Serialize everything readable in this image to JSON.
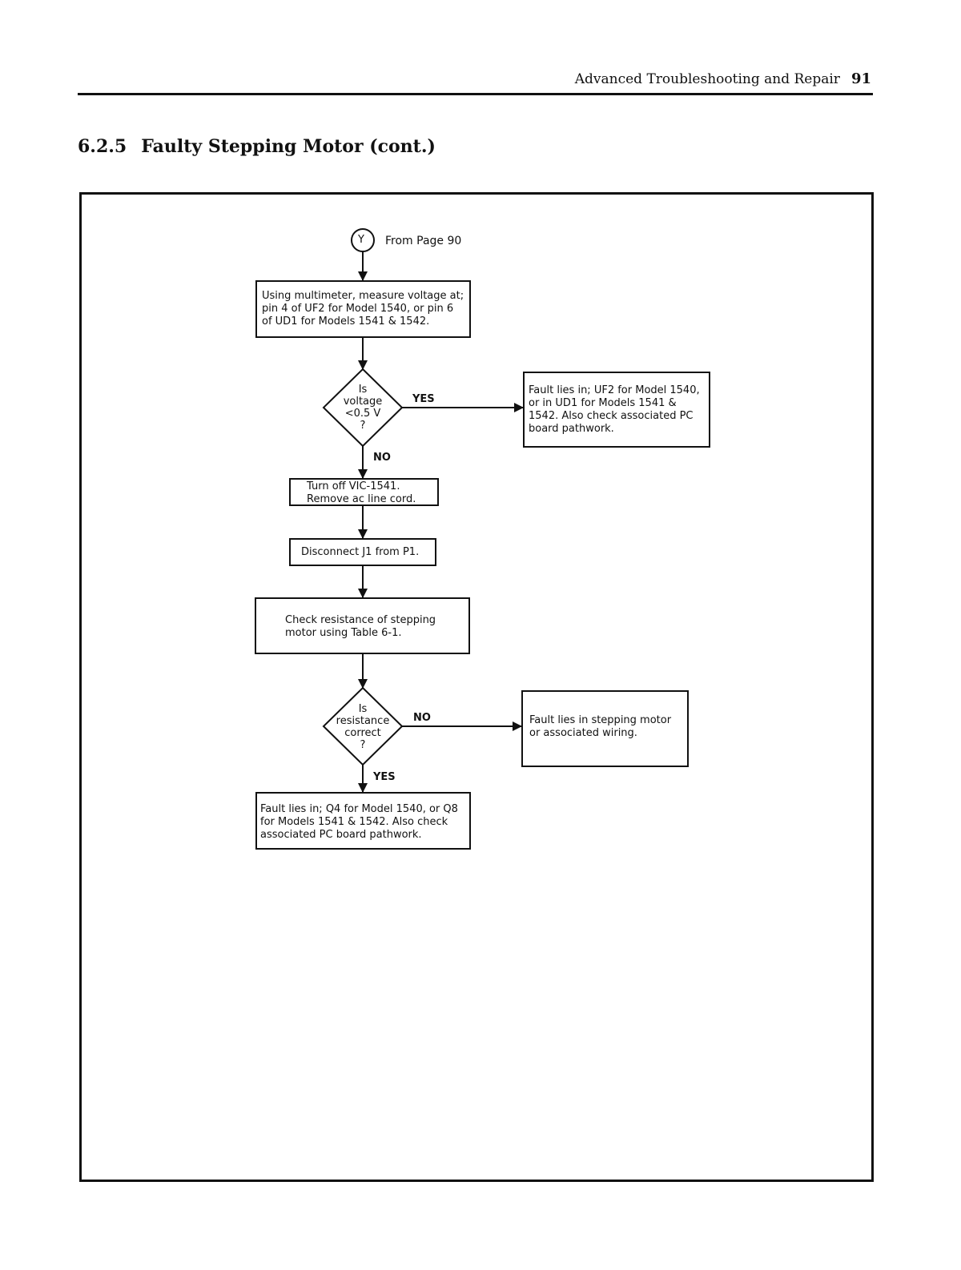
{
  "header": {
    "running_title": "Advanced Troubleshooting and Repair",
    "page_number": "91"
  },
  "section": {
    "number": "6.2.5",
    "title": "Faulty Stepping Motor (cont.)"
  },
  "flowchart": {
    "connector": {
      "letter": "Y",
      "note": "From Page 90"
    },
    "step_measure": "Using multimeter, measure voltage at;\npin 4 of UF2 for Model 1540, or pin 6\nof UD1 for Models 1541 & 1542.",
    "decision_voltage": "Is\nvoltage\n<0.5 V\n?",
    "label_yes_1": "YES",
    "fault_uf2": "Fault lies in; UF2 for Model 1540,\nor in UD1 for Models 1541 &\n1542.  Also check associated PC\nboard pathwork.",
    "label_no_1": "NO",
    "step_turn_off": "Turn off VIC-1541.\nRemove ac line cord.",
    "step_disconnect": "Disconnect J1 from P1.",
    "step_check_resistance": "Check resistance of stepping\nmotor using Table 6-1.",
    "decision_resistance": "Is\nresistance\ncorrect\n?",
    "label_no_2": "NO",
    "fault_motor": "Fault lies in stepping motor\nor associated wiring.",
    "label_yes_2": "YES",
    "fault_q4": "Fault lies in; Q4 for Model 1540, or Q8\nfor Models 1541 & 1542.  Also check\nassociated PC board pathwork."
  }
}
